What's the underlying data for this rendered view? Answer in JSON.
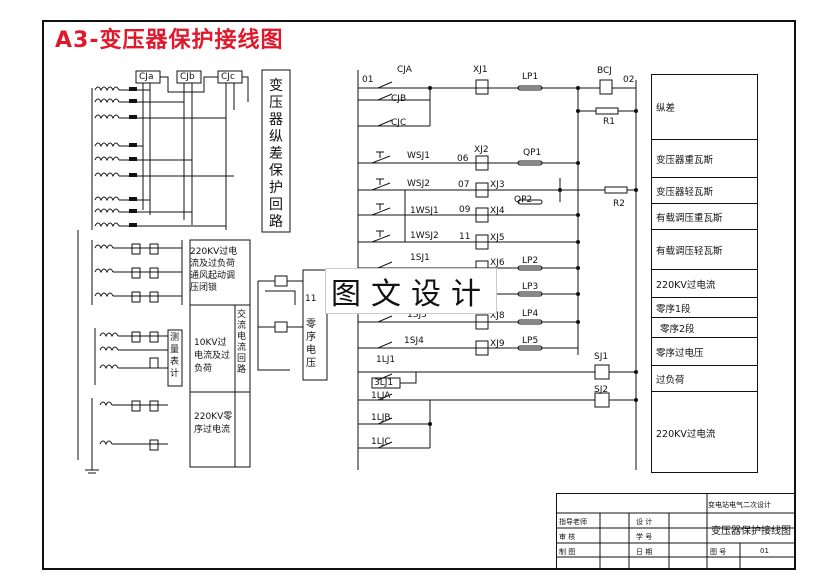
{
  "title": "A3-变压器保护接线图",
  "watermark": "图文设计",
  "left_panel": {
    "relays_top": [
      "CJa",
      "CJb",
      "CJc"
    ],
    "middle_vertical_title": "变压器纵差保护回路",
    "block1_text": "220KV过电流及过负荷通风起动调压闭锁",
    "block2_text": "10KV过电流及过负荷",
    "block3_text": "220KV零序过电流",
    "measure_label": "测量表计",
    "ac_current_label": "交流电流回路",
    "zero_seq_label": "零序电压",
    "num_11": "11"
  },
  "right_circuit": {
    "node_01": "01",
    "node_02": "02",
    "contacts": [
      "CJA",
      "CJB",
      "CJC",
      "WSJ1",
      "WSJ2",
      "1WSJ1",
      "1WSJ2",
      "1SJ1",
      "1SJ3",
      "1SJ4",
      "1LJ1",
      "3LJ1",
      "1LJA",
      "1LJB",
      "1LJC"
    ],
    "signal_relays": [
      "XJ1",
      "XJ2",
      "XJ3",
      "XJ4",
      "XJ5",
      "XJ6",
      "XJ8",
      "XJ9"
    ],
    "signal_nums": [
      "06",
      "07",
      "09",
      "11"
    ],
    "plates": [
      "LP1",
      "QP1",
      "QP2",
      "LP2",
      "LP3",
      "LP4",
      "LP5"
    ],
    "bcj": "BCJ",
    "r1": "R1",
    "r2": "R2",
    "sj1": "SJ1",
    "sj2": "SJ2"
  },
  "function_table": [
    "纵差",
    "变压器重瓦斯",
    "变压器轻瓦斯",
    "有载调压重瓦斯",
    "有载调压轻瓦斯",
    "220KV过电流",
    "零序1段",
    "零序2段",
    "零序过电压",
    "过负荷",
    "220KV过电流"
  ],
  "title_block": {
    "project": "变电站电气二次设计",
    "drawing_name": "变压器保护接线图",
    "row1_label": "指导老师",
    "row2_label": "审  核",
    "row3_label": "制  图",
    "design_label": "设  计",
    "student_no_label": "学  号",
    "date_label": "日  期",
    "drawing_no_label": "图  号",
    "drawing_no": "01"
  }
}
